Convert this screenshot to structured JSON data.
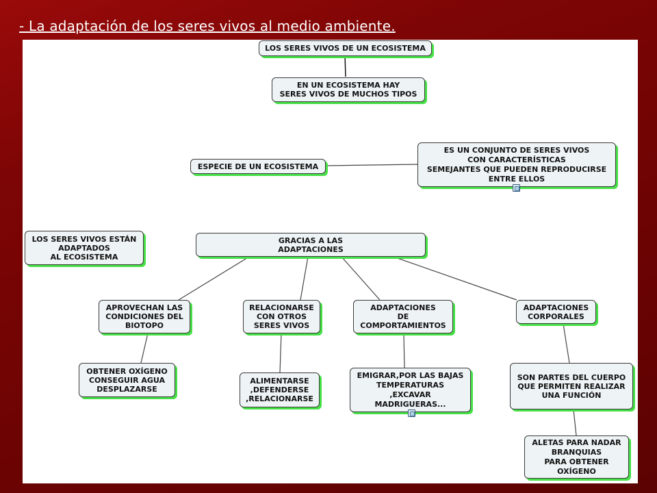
{
  "slide_title": "- La adaptación de los seres vivos al medio ambiente.",
  "nodes": {
    "seres_vivos_ecosistema": "LOS SERES VIVOS DE UN ECOSISTEMA",
    "muchos_tipos": "EN UN ECOSISTEMA HAY\nSERES VIVOS DE MUCHOS TIPOS",
    "especie": "ESPECIE DE UN ECOSISTEMA",
    "conjunto": "ES UN CONJUNTO DE SERES VIVOS\nCON CARACTERÍSTICAS\nSEMEJANTES QUE PUEDEN REPRODUCIRSE\nENTRE ELLOS",
    "adaptados": "LOS SERES VIVOS ESTÁN\nADAPTADOS\nAL ECOSISTEMA",
    "gracias": "GRACIAS A LAS\nADAPTACIONES",
    "aprovechan": "APROVECHAN LAS\nCONDICIONES DEL\nBIOTOPO",
    "relacionarse": "RELACIONARSE\nCON OTROS\nSERES VIVOS",
    "comportamientos": "ADAPTACIONES\nDE\nCOMPORTAMIENTOS",
    "corporales": "ADAPTACIONES\nCORPORALES",
    "obtener": "OBTENER OXÍGENO\nCONSEGUIR AGUA\nDESPLAZARSE",
    "alimentarse": "ALIMENTARSE\n,DEFENDERSE\n,RELACIONARSE",
    "emigrar": "EMIGRAR,POR LAS BAJAS\nTEMPERATURAS\n,EXCAVAR\nMADRIGUERAS...",
    "partes": "SON PARTES DEL CUERPO\nQUE PERMITEN REALIZAR\nUNA FUNCIÓN",
    "aletas": "ALETAS PARA NADAR\nBRANQUIAS\nPARA OBTENER\nOXÍGENO"
  },
  "colors": {
    "slide_background": "#7d0505",
    "node_fill": "#eef3f5",
    "node_shadow": "#46e046",
    "edge": "#444444"
  }
}
